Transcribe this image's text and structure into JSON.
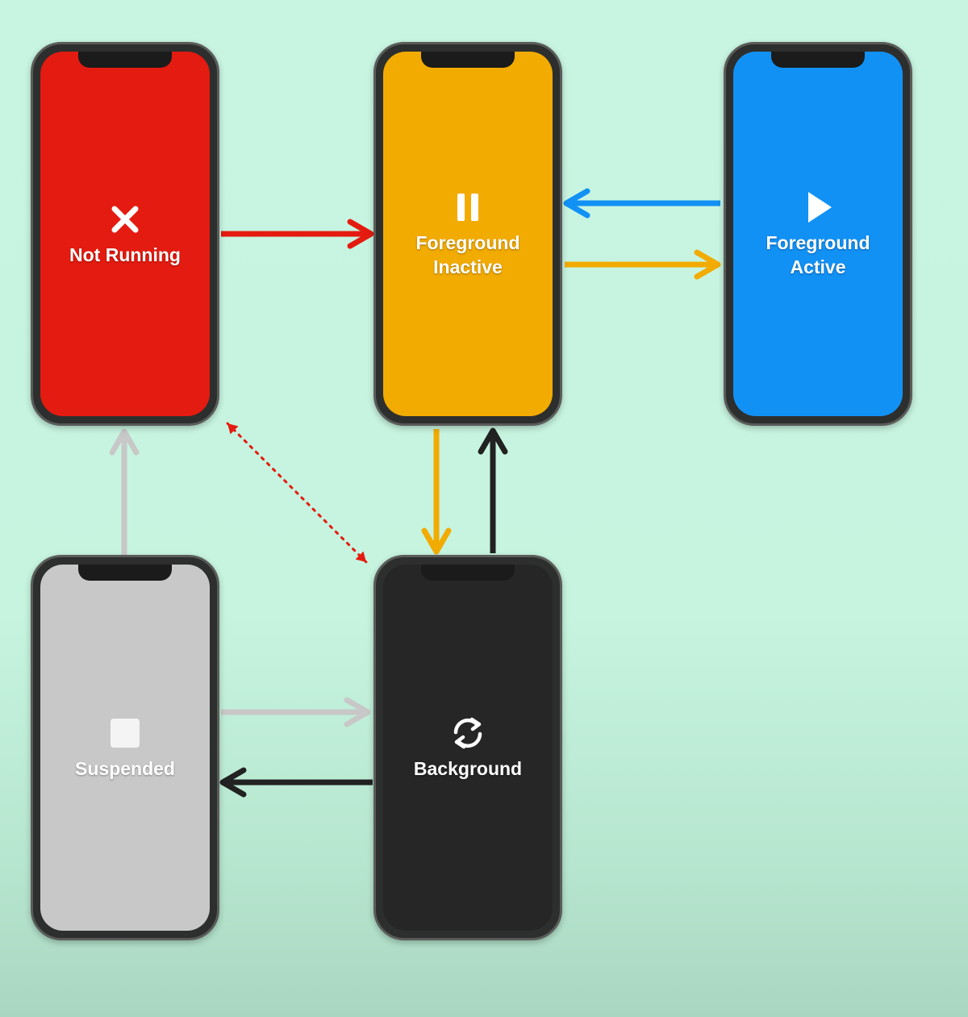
{
  "states": {
    "not_running": {
      "label": "Not Running",
      "color": "#e41b10",
      "icon": "close-icon"
    },
    "foreground_inactive": {
      "label": "Foreground\nInactive",
      "color": "#f2ab00",
      "icon": "pause-icon"
    },
    "foreground_active": {
      "label": "Foreground\nActive",
      "color": "#1291f5",
      "icon": "play-icon"
    },
    "suspended": {
      "label": "Suspended",
      "color": "#c8c8c8",
      "icon": "stop-icon"
    },
    "background": {
      "label": "Background",
      "color": "#262626",
      "icon": "refresh-icon"
    }
  },
  "transitions": [
    {
      "from": "not_running",
      "to": "foreground_inactive",
      "color": "#e41b10"
    },
    {
      "from": "foreground_active",
      "to": "foreground_inactive",
      "color": "#1291f5"
    },
    {
      "from": "foreground_inactive",
      "to": "foreground_active",
      "color": "#f2ab00"
    },
    {
      "from": "foreground_inactive",
      "to": "background",
      "color": "#f2ab00"
    },
    {
      "from": "background",
      "to": "foreground_inactive",
      "color": "#222222"
    },
    {
      "from": "suspended",
      "to": "not_running",
      "color": "#c8c8c8"
    },
    {
      "from": "suspended",
      "to": "background",
      "color": "#c8c8c8"
    },
    {
      "from": "background",
      "to": "suspended",
      "color": "#222222"
    },
    {
      "from": "not_running",
      "to": "background",
      "color": "#e41b10",
      "style": "dotted",
      "bidirectional": true
    }
  ]
}
